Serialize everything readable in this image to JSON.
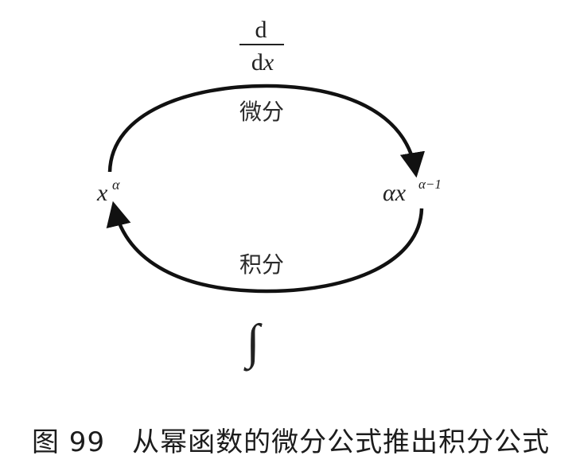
{
  "diagram": {
    "derivative_operator": {
      "numerator": "d",
      "denominator_d": "d",
      "denominator_var": "x"
    },
    "left_node": {
      "base": "x",
      "exponent": "α"
    },
    "right_node": {
      "coefficient": "α",
      "base": "x",
      "exponent": "α−1"
    },
    "top_arc_label": "微分",
    "bottom_arc_label": "积分",
    "integral_symbol": "∫",
    "arrows": [
      {
        "from": "left_node",
        "to": "right_node",
        "path": "top",
        "meaning": "微分"
      },
      {
        "from": "right_node",
        "to": "left_node",
        "path": "bottom",
        "meaning": "积分"
      }
    ]
  },
  "caption": {
    "figure_label": "图 99",
    "title": "从幂函数的微分公式推出积分公式"
  }
}
